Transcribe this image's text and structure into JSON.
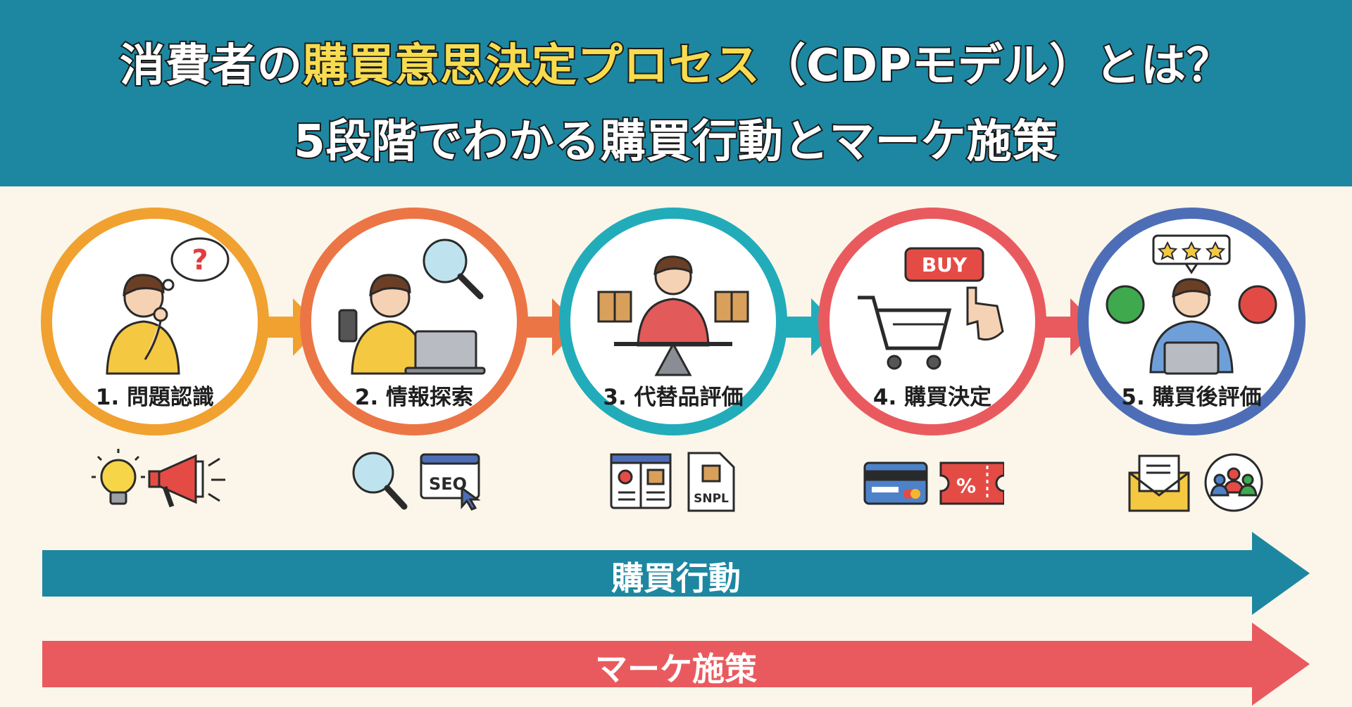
{
  "header": {
    "title_line1_prefix": "消費者の",
    "title_line1_highlight": "購買意思決定プロセス",
    "title_line1_suffix": "（CDPモデル）とは？",
    "title_line2": "5段階でわかる購買行動とマーケ施策"
  },
  "stages": [
    {
      "label": "1. 問題認識",
      "color": "#f0a12f"
    },
    {
      "label": "2. 情報探索",
      "color": "#ec7546"
    },
    {
      "label": "3. 代替品評価",
      "color": "#22acba"
    },
    {
      "label": "4. 購買決定",
      "color": "#e95a5f"
    },
    {
      "label": "5. 購買後評価",
      "color": "#4d6eb7"
    }
  ],
  "icons": {
    "stage1": [
      "lightbulb-icon",
      "megaphone-icon"
    ],
    "stage2": [
      "magnifier-icon",
      "seo-browser-icon"
    ],
    "stage3": [
      "comparison-sheet-icon",
      "snpl-document-icon"
    ],
    "stage4": [
      "credit-card-icon",
      "coupon-icon"
    ],
    "stage5": [
      "mail-icon",
      "community-icon"
    ]
  },
  "icon_text": {
    "buy": "BUY",
    "seo": "SEO",
    "snpl": "SNPL",
    "coupon": "%",
    "question": "?"
  },
  "flows": {
    "purchase_behavior": {
      "label": "購買行動",
      "color": "#1d87a1"
    },
    "marketing": {
      "label": "マーケ施策",
      "color": "#e95a5f"
    }
  }
}
